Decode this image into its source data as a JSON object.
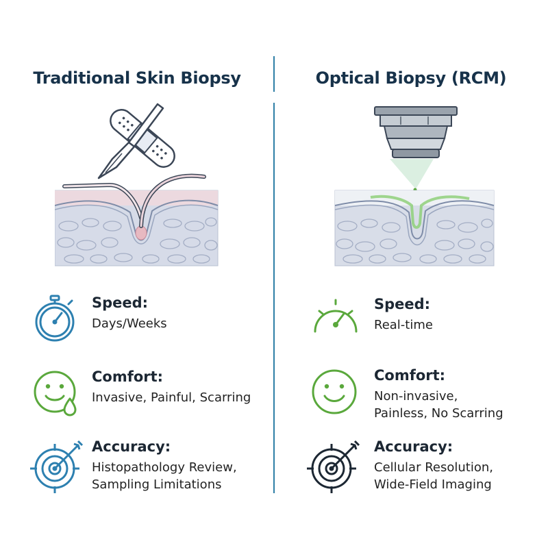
{
  "left": {
    "title": "Traditional Skin Biopsy",
    "metrics": [
      {
        "label": "Speed:",
        "value": "Days/Weeks",
        "icon": "stopwatch-icon",
        "color": "#2d80b0"
      },
      {
        "label": "Comfort:",
        "value_lines": [
          "Invasive, Painful, Scarring"
        ],
        "icon": "smiley-with-drop-icon",
        "color": "#5aa83c"
      },
      {
        "label": "Accuracy:",
        "value_lines": [
          "Histopathology Review,",
          "Sampling Limitations"
        ],
        "icon": "target-arrow-icon",
        "color": "#2d80b0"
      }
    ]
  },
  "right": {
    "title": "Optical Biopsy (RCM)",
    "metrics": [
      {
        "label": "Speed:",
        "value": "Real-time",
        "icon": "speedometer-icon",
        "color": "#5aa83c"
      },
      {
        "label": "Comfort:",
        "value_lines": [
          "Non-invasive,",
          "Painless, No Scarring"
        ],
        "icon": "smiley-icon",
        "color": "#5aa83c"
      },
      {
        "label": "Accuracy:",
        "value_lines": [
          "Cellular Resolution,",
          "Wide-Field Imaging"
        ],
        "icon": "target-arrow-icon",
        "color": "#1c2733"
      }
    ]
  },
  "colors": {
    "divider": "#2e7ea6",
    "blue": "#2d80b0",
    "green": "#5aa83c",
    "dark": "#1c2733"
  }
}
